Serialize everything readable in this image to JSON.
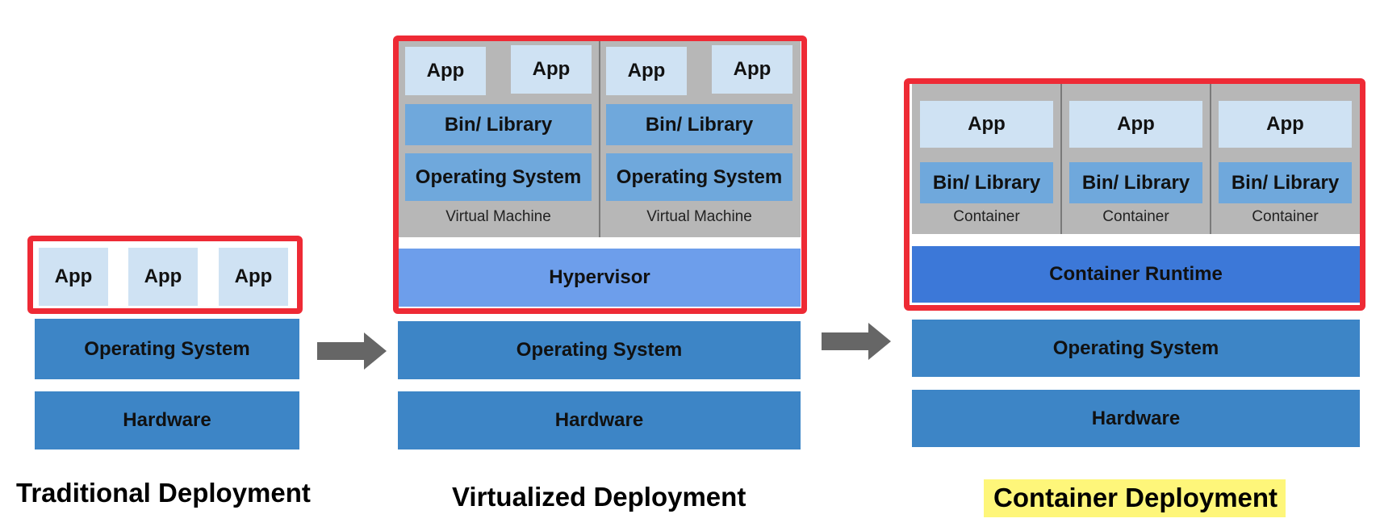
{
  "traditional": {
    "apps": [
      "App",
      "App",
      "App"
    ],
    "os": "Operating System",
    "hardware": "Hardware",
    "title": "Traditional Deployment"
  },
  "virtualized": {
    "vms": [
      {
        "apps": [
          "App",
          "App"
        ],
        "bin": "Bin/ Library",
        "os": "Operating System",
        "label": "Virtual Machine"
      },
      {
        "apps": [
          "App",
          "App"
        ],
        "bin": "Bin/ Library",
        "os": "Operating System",
        "label": "Virtual Machine"
      }
    ],
    "hypervisor": "Hypervisor",
    "os": "Operating System",
    "hardware": "Hardware",
    "title": "Virtualized Deployment"
  },
  "container": {
    "containers": [
      {
        "app": "App",
        "bin": "Bin/ Library",
        "label": "Container"
      },
      {
        "app": "App",
        "bin": "Bin/ Library",
        "label": "Container"
      },
      {
        "app": "App",
        "bin": "Bin/ Library",
        "label": "Container"
      }
    ],
    "runtime": "Container Runtime",
    "os": "Operating System",
    "hardware": "Hardware",
    "title": "Container Deployment"
  },
  "colors": {
    "frame": "#ee2a35",
    "app": "#cfe2f3",
    "library": "#6fa8dc",
    "base": "#3d85c6",
    "hypervisor": "#6d9eeb",
    "runtime": "#3c78d8",
    "vm_bg": "#b7b7b7",
    "arrow": "#666666",
    "title_highlight": "#fef67a"
  },
  "icons": [
    "right-arrow-icon",
    "right-arrow-icon"
  ]
}
